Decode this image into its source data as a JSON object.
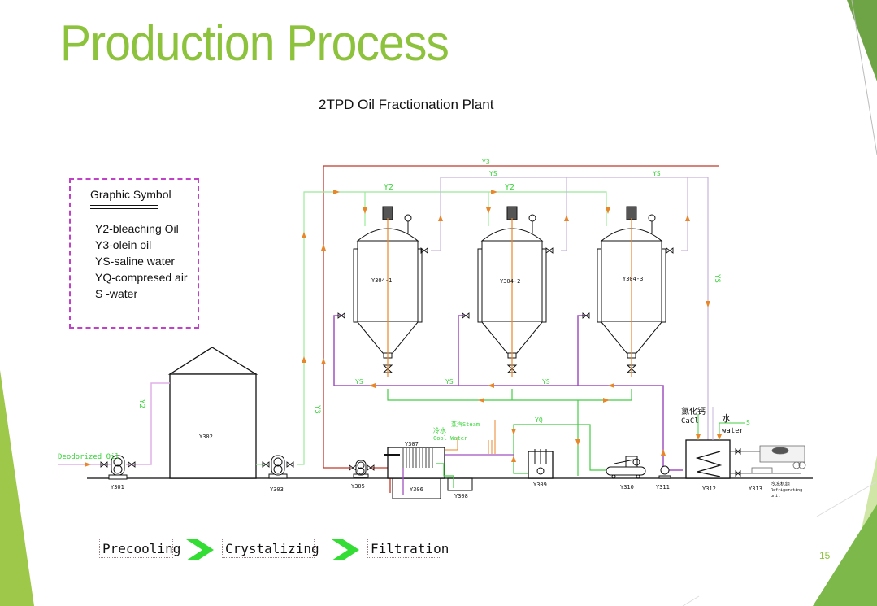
{
  "slide": {
    "title": "Production Process",
    "subtitle": "2TPD  Oil Fractionation Plant",
    "page_number": "15",
    "accent_color": "#8dc33c"
  },
  "legend": {
    "title": "Graphic Symbol",
    "items": [
      "Y2-bleaching Oil",
      "Y3-olein oil",
      "YS-saline water",
      "YQ-compresed air",
      "S -water"
    ]
  },
  "diagram": {
    "line_labels": {
      "y3_top": "Y3",
      "ys_top_1": "YS",
      "ys_top_2": "YS",
      "y2_top_1": "Y2",
      "y2_top_2": "Y2",
      "ys_vertical": "YS",
      "y2_vertical": "Y2",
      "y3_vertical": "Y3",
      "ys_bottom_1": "YS",
      "ys_bottom_2": "YS",
      "ys_bottom_3": "YS",
      "yq": "YQ",
      "s": "S"
    },
    "equipment": {
      "y301": "Y301",
      "y302": "Y302",
      "y303": "Y303",
      "y304_1": "Y304-1",
      "y304_2": "Y304-2",
      "y304_3": "Y304-3",
      "y305": "Y305",
      "y306": "Y306",
      "y307": "Y307",
      "y308": "Y308",
      "y309": "Y309",
      "y310": "Y310",
      "y311": "Y311",
      "y312": "Y312",
      "y313": "Y313"
    },
    "annotations": {
      "deodorized_oil": "Deodorized Oil",
      "steam_cn": "蒸汽Steam",
      "cool_water_cn": "冷水",
      "cool_water_en": "Cool Water",
      "cacl_cn": "氯化钙",
      "cacl_en": "CaCl",
      "water_cn": "水",
      "water_en": "water",
      "refrigerating_cn": "冷冻机组",
      "refrigerating_en_1": "Refrigerating",
      "refrigerating_en_2": "unit"
    },
    "colors": {
      "y2_line": "#9be89b",
      "y3_line": "#c0392b",
      "ys_line": "#a050c0",
      "ys_light": "#c8b4dc",
      "green_line": "#44cc44",
      "arrow": "#e8862a",
      "label_green": "#38d438"
    }
  },
  "process_steps": [
    {
      "label": "Precooling"
    },
    {
      "label": "Crystalizing"
    },
    {
      "label": "Filtration"
    }
  ]
}
